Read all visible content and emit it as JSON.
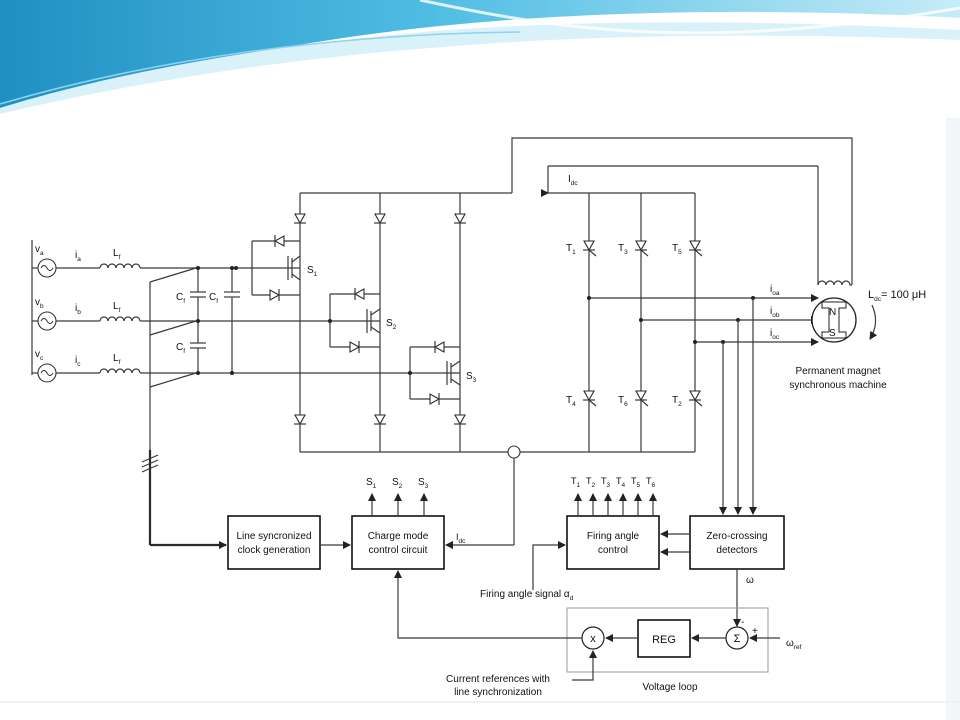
{
  "sources": [
    {
      "v": "v",
      "vsub": "a",
      "i": "i",
      "isub": "a",
      "L": "L",
      "Lsub": "f"
    },
    {
      "v": "v",
      "vsub": "b",
      "i": "i",
      "isub": "b",
      "L": "L",
      "Lsub": "f"
    },
    {
      "v": "v",
      "vsub": "c",
      "i": "i",
      "isub": "c",
      "L": "L",
      "Lsub": "f"
    }
  ],
  "filter_caps": [
    {
      "label": "C",
      "sub": "f"
    },
    {
      "label": "C",
      "sub": "f"
    },
    {
      "label": "C",
      "sub": "f"
    }
  ],
  "switches": [
    {
      "label": "S",
      "sub": "1"
    },
    {
      "label": "S",
      "sub": "2"
    },
    {
      "label": "S",
      "sub": "3"
    }
  ],
  "thyristors": [
    {
      "label": "T",
      "sub": "1"
    },
    {
      "label": "T",
      "sub": "3"
    },
    {
      "label": "T",
      "sub": "5"
    },
    {
      "label": "T",
      "sub": "4"
    },
    {
      "label": "T",
      "sub": "6"
    },
    {
      "label": "T",
      "sub": "2"
    }
  ],
  "idc_label": {
    "main": "I",
    "sub": "dc"
  },
  "machine": {
    "currents": [
      {
        "main": "i",
        "sub": "oa"
      },
      {
        "main": "i",
        "sub": "ob"
      },
      {
        "main": "i",
        "sub": "oc"
      }
    ],
    "north": "N",
    "south": "S",
    "ldc_main": "L",
    "ldc_sub": "dc",
    "ldc_value": "= 100 μH",
    "caption_line1": "Permanent magnet",
    "caption_line2": "synchronous machine"
  },
  "blocks": {
    "clock_line1": "Line syncronized",
    "clock_line2": "clock generation",
    "charge_line1": "Charge mode",
    "charge_line2": "control circuit",
    "firing_line1": "Firing angle",
    "firing_line2": "control",
    "zero_line1": "Zero-crossing",
    "zero_line2": "detectors",
    "reg": "REG",
    "sum": "Σ",
    "mult": "x"
  },
  "charge_outputs": [
    {
      "main": "S",
      "sub": "1"
    },
    {
      "main": "S",
      "sub": "2"
    },
    {
      "main": "S",
      "sub": "3"
    }
  ],
  "firing_outputs": [
    {
      "main": "T",
      "sub": "1"
    },
    {
      "main": "T",
      "sub": "2"
    },
    {
      "main": "T",
      "sub": "3"
    },
    {
      "main": "T",
      "sub": "4"
    },
    {
      "main": "T",
      "sub": "5"
    },
    {
      "main": "T",
      "sub": "6"
    }
  ],
  "signals": {
    "idc_feedback_main": "I",
    "idc_feedback_sub": "dc",
    "omega": "ω",
    "omega_ref_main": "ω",
    "omega_ref_sub": "ref",
    "minus": "-",
    "plus": "+",
    "firing_signal_text": "Firing angle signal α",
    "firing_signal_sub": "d",
    "current_ref_line1": "Current references with",
    "current_ref_line2": "line synchronization",
    "voltage_loop": "Voltage loop"
  },
  "colors": {
    "banner_dark": "#2b9fcf",
    "banner_light": "#a8e0f2",
    "line": "#2a2a2a"
  }
}
